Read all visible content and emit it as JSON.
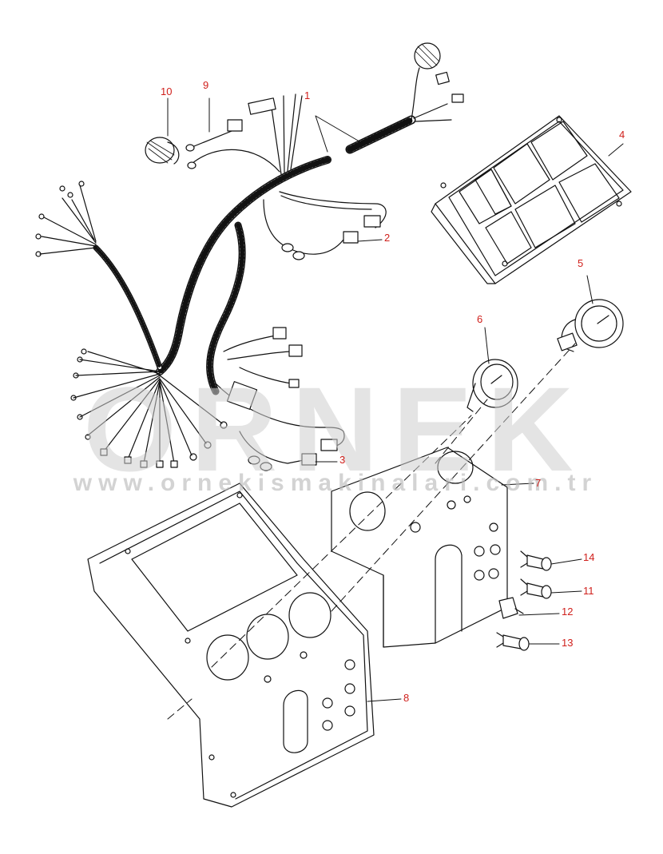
{
  "watermark": {
    "brand": "ORNEK",
    "url": "www.ornekismakinalari.com.tr"
  },
  "callouts": [
    {
      "id": "1",
      "label": "1"
    },
    {
      "id": "2",
      "label": "2"
    },
    {
      "id": "3",
      "label": "3"
    },
    {
      "id": "4",
      "label": "4"
    },
    {
      "id": "5",
      "label": "5"
    },
    {
      "id": "6",
      "label": "6"
    },
    {
      "id": "7",
      "label": "7"
    },
    {
      "id": "8",
      "label": "8"
    },
    {
      "id": "9",
      "label": "9"
    },
    {
      "id": "10",
      "label": "10"
    },
    {
      "id": "11",
      "label": "11"
    },
    {
      "id": "12",
      "label": "12"
    },
    {
      "id": "13",
      "label": "13"
    },
    {
      "id": "14",
      "label": "14"
    }
  ],
  "colors": {
    "line": "#111111",
    "callout": "#d0201c",
    "watermark": "#cfcfcf"
  }
}
